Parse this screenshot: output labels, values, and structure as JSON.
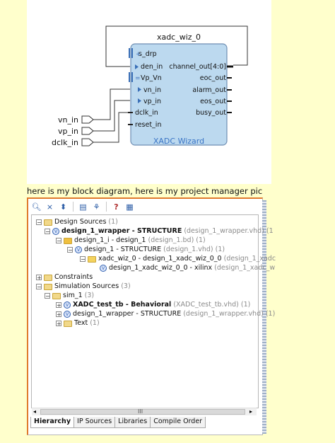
{
  "diagram": {
    "instance_name": "xadc_wiz_0",
    "block_title": "XADC Wizard",
    "left_ports": [
      "s_drp",
      "den_in",
      "Vp_Vn",
      "vn_in",
      "vp_in",
      "dclk_in",
      "reset_in"
    ],
    "right_ports": [
      "channel_out[4:0]",
      "eoc_out",
      "alarm_out",
      "eos_out",
      "busy_out"
    ],
    "external_inputs": [
      "vn_in",
      "vp_in",
      "dclk_in"
    ]
  },
  "caption": "here is my block diagram, here is my project manager pic",
  "tree": {
    "design_sources": "Design Sources",
    "design_sources_count": "(1)",
    "wrapper": "design_1_wrapper - STRUCTURE",
    "wrapper_file": "(design_1_wrapper.vhd) (1",
    "design_i": "design_1_i - design_1",
    "design_i_file": "(design_1.bd) (1)",
    "design_structure": "design_1 - STRUCTURE",
    "design_structure_file": "(design_1.vhd) (1)",
    "xadc_inst": "xadc_wiz_0 - design_1_xadc_wiz_0_0",
    "xadc_inst_file": "(design_1_xadc",
    "xadc_xilinx": "design_1_xadc_wiz_0_0 - xilinx",
    "xadc_xilinx_file": "(design_1_xadc_w",
    "constraints": "Constraints",
    "sim_sources": "Simulation Sources",
    "sim_sources_count": "(3)",
    "sim_1": "sim_1",
    "sim_1_count": "(3)",
    "tb": "XADC_test_tb - Behavioral",
    "tb_file": "(XADC_test_tb.vhd) (1)",
    "sim_wrapper": "design_1_wrapper - STRUCTURE",
    "sim_wrapper_file": "(design_1_wrapper.vhd) (1)",
    "text": "Text",
    "text_count": "(1)"
  },
  "scroll_thumb": "III",
  "tabs": [
    "Hierarchy",
    "IP Sources",
    "Libraries",
    "Compile Order"
  ],
  "colors": {
    "block_fill": "#bcd9ef",
    "block_stroke": "#6f8fb3",
    "tab_accent": "#e07a2c"
  }
}
